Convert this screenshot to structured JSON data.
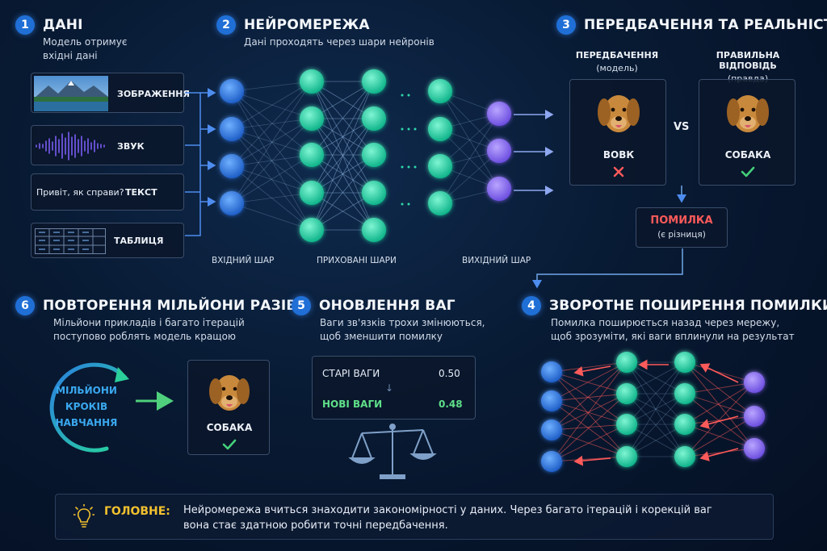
{
  "sections": {
    "data": {
      "number": "1",
      "title": "ДАНІ",
      "subtitle_line1": "Модель отримує",
      "subtitle_line2": "вхідні дані"
    },
    "network": {
      "number": "2",
      "title": "НЕЙРОМЕРЕЖА",
      "subtitle": "Дані проходять через шари нейронів"
    },
    "prediction": {
      "number": "3",
      "title": "ПЕРЕДБАЧЕННЯ ТА РЕАЛЬНІСТЬ"
    },
    "backprop": {
      "number": "4",
      "title": "ЗВОРОТНЕ ПОШИРЕННЯ ПОМИЛКИ",
      "subtitle_line1": "Помилка поширюється назад через мережу,",
      "subtitle_line2": "щоб зрозуміти, які ваги вплинули на результат"
    },
    "weights": {
      "number": "5",
      "title": "ОНОВЛЕННЯ ВАГ",
      "subtitle_line1": "Ваги зв'язків трохи змінюються,",
      "subtitle_line2": "щоб зменшити помилку"
    },
    "repeat": {
      "number": "6",
      "title": "ПОВТОРЕННЯ МІЛЬЙОНИ РАЗІВ",
      "subtitle_line1": "Мільйони прикладів і багато ітерацій",
      "subtitle_line2": "поступово роблять модель кращою"
    }
  },
  "inputs": {
    "image_label": "ЗОБРАЖЕННЯ",
    "audio_label": "ЗВУК",
    "text_sample": "Привіт, як справи?",
    "text_label": "ТЕКСТ",
    "table_label": "ТАБЛИЦЯ"
  },
  "layers": {
    "input": "ВХІДНИЙ ШАР",
    "hidden": "ПРИХОВАНІ ШАРИ",
    "output": "ВИХІДНИЙ ШАР"
  },
  "prediction": {
    "pred_title": "ПЕРЕДБАЧЕННЯ",
    "pred_sub": "(модель)",
    "pred_answer": "ВОВК",
    "vs": "VS",
    "truth_title": "ПРАВИЛЬНА ВІДПОВІДЬ",
    "truth_sub": "(правда)",
    "truth_answer": "СОБАКА",
    "error_title": "ПОМИЛКА",
    "error_sub": "(є різниця)"
  },
  "weights": {
    "old_label": "СТАРІ ВАГИ",
    "old_value": "0.50",
    "new_label": "НОВІ ВАГИ",
    "new_value": "0.48"
  },
  "repeat": {
    "cycle_line1": "МІЛЬЙОНИ",
    "cycle_line2": "КРОКІВ",
    "cycle_line3": "НАВЧАННЯ",
    "result": "СОБАКА"
  },
  "summary": {
    "label": "ГОЛОВНЕ:",
    "line1": "Нейромережа вчиться знаходити закономірності у даних. Через багато ітерацій і корекцій ваг",
    "line2": "вона стає здатною робити точні передбачення."
  },
  "colors": {
    "blue_node": "#2f7de0",
    "green_node": "#1fd6a8",
    "purple_node": "#8c6cf0",
    "error_red": "#ff5a5a",
    "ok_green": "#44d07a",
    "accent_yellow": "#f2c12e"
  }
}
